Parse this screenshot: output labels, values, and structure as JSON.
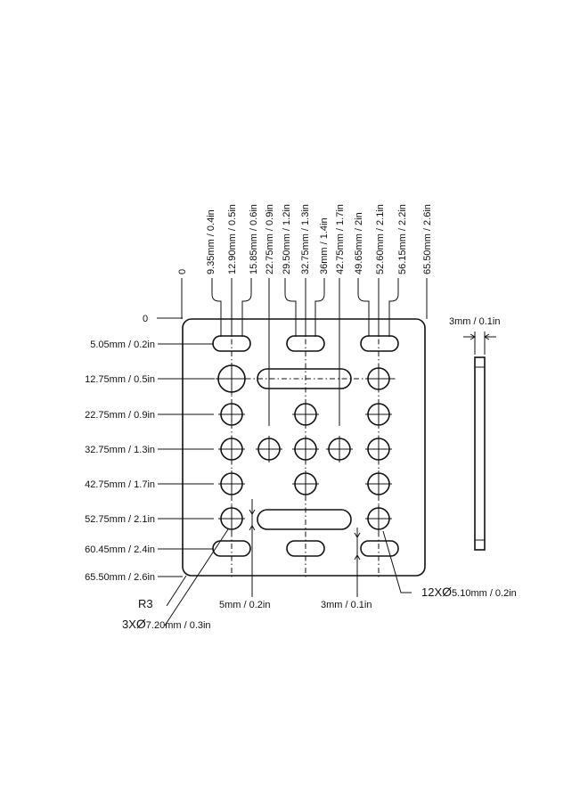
{
  "top_dimensions": [
    "9.35mm / 0.4in",
    "12.90mm / 0.5in",
    "15.85mm / 0.6in",
    "22.75mm / 0.9in",
    "29.50mm / 1.2in",
    "32.75mm / 1.3in",
    "36mm / 1.4in",
    "42.75mm / 1.7in",
    "49.65mm / 2in",
    "52.60mm / 2.1in",
    "56.15mm / 2.2in",
    "65.50mm / 2.6in"
  ],
  "left_dimensions": [
    "5.05mm / 0.2in",
    "12.75mm / 0.5in",
    "22.75mm / 0.9in",
    "32.75mm / 1.3in",
    "42.75mm / 1.7in",
    "52.75mm / 2.1in",
    "60.45mm / 2.4in",
    "65.50mm / 2.6in"
  ],
  "origin_top": "0",
  "origin_left": "0",
  "thickness": "3mm / 0.1in",
  "corner_radius": "R3",
  "large_hole_prefix": "3X",
  "large_hole_value": "7.20mm / 0.3in",
  "slot_width": "5mm / 0.2in",
  "slot_gap": "3mm / 0.1in",
  "small_hole_prefix": "12X",
  "small_hole_value": "5.10mm / 0.2in",
  "diameter_symbol": "Ø"
}
